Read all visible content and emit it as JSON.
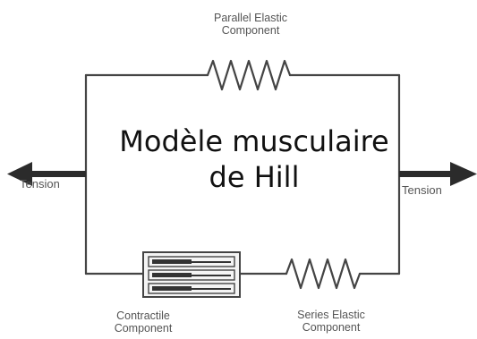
{
  "title": {
    "line1": "Modèle musculaire",
    "line2": "de Hill"
  },
  "components": {
    "parallel_elastic": {
      "line1": "Parallel Elastic",
      "line2": "Component"
    },
    "contractile": {
      "line1": "Contractile",
      "line2": "Component"
    },
    "series_elastic": {
      "line1": "Series Elastic",
      "line2": "Component"
    }
  },
  "tension": {
    "left": "Tension",
    "right": "Tension"
  },
  "colors": {
    "line": "#444444",
    "arrow": "#2b2b2b",
    "label": "#555555",
    "title": "#111111"
  }
}
